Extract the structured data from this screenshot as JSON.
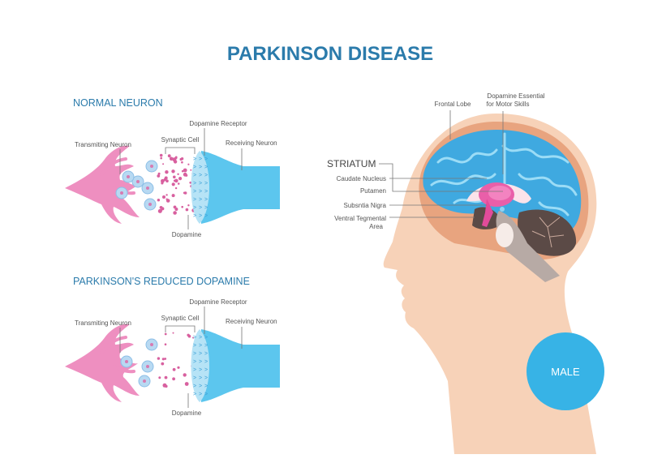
{
  "title": "PARKINSON DISEASE",
  "panels": [
    {
      "heading": "NORMAL NEURON",
      "transmitting": "Transmiting Neuron",
      "synaptic": "Synaptic Cell",
      "receptor": "Dopamine Receptor",
      "receiving": "Receiving Neuron",
      "dopamine": "Dopamine",
      "dopamine_level": "normal"
    },
    {
      "heading": "PARKINSON'S REDUCED DOPAMINE",
      "transmitting": "Transmiting Neuron",
      "synaptic": "Synaptic Cell",
      "receptor": "Dopamine Receptor",
      "receiving": "Receiving Neuron",
      "dopamine": "Dopamine",
      "dopamine_level": "reduced"
    }
  ],
  "brain": {
    "frontal_lobe": "Frontal Lobe",
    "dopamine_essential_1": "Dopamine Essential",
    "dopamine_essential_2": "for Motor Skills",
    "striatum": "STRIATUM",
    "caudate": "Caudate Nucleus",
    "putamen": "Putamen",
    "nigra": "Subsntia Nigra",
    "vta_1": "Ventral Tegmental",
    "vta_2": "Area"
  },
  "badge": "MALE",
  "colors": {
    "title": "#2b7bab",
    "neuron_pink": "#ee8fc0",
    "receiving_blue": "#5cc6ee",
    "brain_blue": "#3fa9e0",
    "skin": "#f7d2b8",
    "badge": "#37b3e6"
  }
}
